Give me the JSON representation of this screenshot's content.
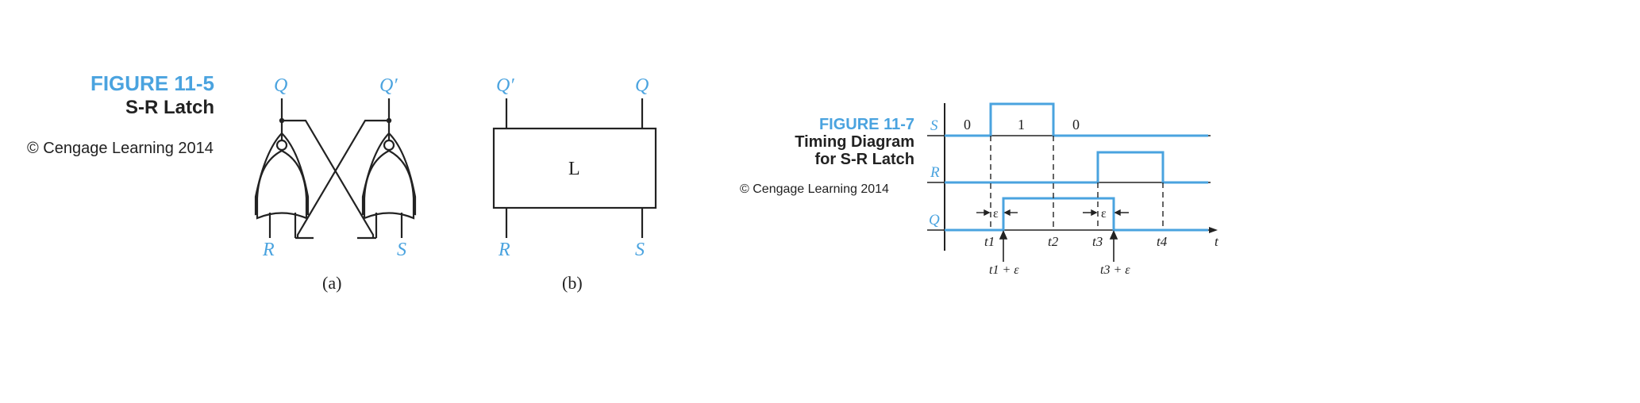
{
  "figure_11_5": {
    "title": "FIGURE 11-5",
    "subtitle": "S-R Latch",
    "copyright": "© Cengage Learning 2014",
    "panel_a": {
      "q_label": "Q",
      "qprime_label": "Q′",
      "r_label": "R",
      "s_label": "S",
      "caption": "(a)"
    },
    "panel_b": {
      "qprime_label": "Q′",
      "q_label": "Q",
      "box_label": "L",
      "r_label": "R",
      "s_label": "S",
      "caption": "(b)"
    }
  },
  "figure_11_7": {
    "title": "FIGURE 11-7",
    "subtitle_line1": "Timing Diagram",
    "subtitle_line2": "for S-R Latch",
    "copyright": "© Cengage Learning 2014",
    "signals": {
      "s": "S",
      "r": "R",
      "q": "Q"
    },
    "s_values": {
      "before": "0",
      "high": "1",
      "after": "0"
    },
    "time_labels": {
      "t1": "t1",
      "t2": "t2",
      "t3": "t3",
      "t4": "t4",
      "t": "t",
      "t1_eps": "t1 + ε",
      "t3_eps": "t3 + ε",
      "eps1": "ε",
      "eps2": "ε"
    },
    "colors": {
      "signal": "#4aa3df",
      "ink": "#222222"
    }
  }
}
